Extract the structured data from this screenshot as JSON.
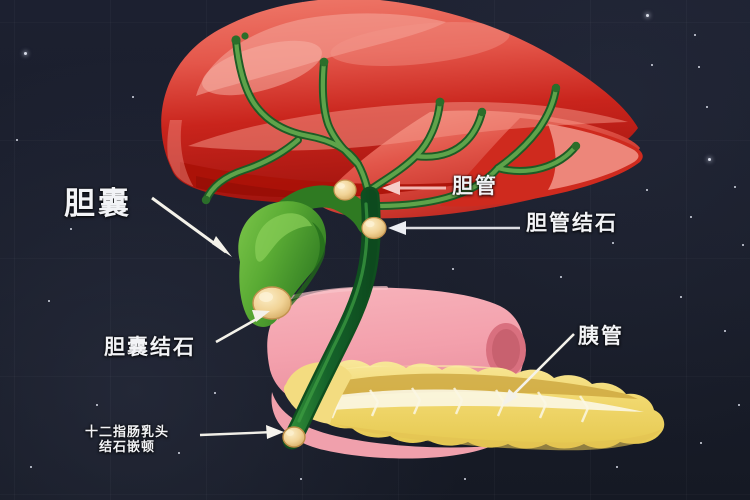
{
  "figure": {
    "type": "medical-anatomy-illustration",
    "subject": "biliary system with gallstones",
    "background_color": "#1b1f2d"
  },
  "labels": {
    "gallbladder": "胆囊",
    "bile_duct": "胆管",
    "bile_duct_stone": "胆管结石",
    "gallbladder_stone": "胆囊结石",
    "pancreatic_duct": "胰管",
    "duodenal_papilla_line1": "十二指肠乳头",
    "duodenal_papilla_line2": "结石嵌顿"
  },
  "organs": {
    "liver": {
      "name": "liver",
      "color": "#e0564a",
      "highlight_color": "#f2938c"
    },
    "gallbladder": {
      "name": "gallbladder",
      "color": "#62b33b",
      "shade_color": "#2f7a22"
    },
    "bile_duct": {
      "name": "common-bile-duct",
      "color": "#1d6b2c"
    },
    "duodenum": {
      "name": "duodenum",
      "color": "#f4a5ae",
      "cut_color": "#d9707f"
    },
    "pancreas": {
      "name": "pancreas",
      "color": "#f4dc7a",
      "duct_color": "#f8f4e0"
    },
    "stones": {
      "name": "gallstones",
      "color": "#f0d293",
      "outline": "#c9a359"
    }
  },
  "colors": {
    "label_text": "#f2f3f6",
    "pointer_white": "#f4f2ea",
    "pointer_pink": "#f3b7b2"
  },
  "pointers": [
    {
      "name": "gallbladder-pointer",
      "style": "white"
    },
    {
      "name": "bile-duct-pointer",
      "style": "pink"
    },
    {
      "name": "bile-duct-stone-pointer",
      "style": "white"
    },
    {
      "name": "gallbladder-stone-pointer",
      "style": "white"
    },
    {
      "name": "pancreatic-duct-pointer",
      "style": "white"
    },
    {
      "name": "duodenal-papilla-pointer",
      "style": "white"
    }
  ]
}
